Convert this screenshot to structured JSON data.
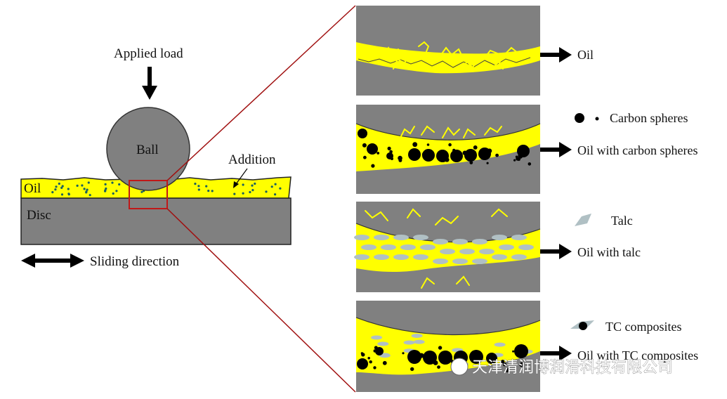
{
  "left_panel": {
    "applied_load": "Applied load",
    "ball": "Ball",
    "oil": "Oil",
    "disc": "Disc",
    "addition": "Addition",
    "sliding_direction": "Sliding direction"
  },
  "panels": [
    {
      "name": "oil-only",
      "label": "Oil"
    },
    {
      "name": "carbon-spheres",
      "label": "Oil with carbon spheres",
      "legend": "Carbon spheres"
    },
    {
      "name": "talc",
      "label": "Oil with talc",
      "legend": "Talc"
    },
    {
      "name": "tc-composites",
      "label": "Oil with TC composites",
      "legend": "TC composites"
    }
  ],
  "watermark": "天津清润博润滑科技有限公司",
  "colors": {
    "gray": "#808080",
    "oil": "#ffff00",
    "outline": "#222222",
    "zoom_line": "#a01010",
    "talc": "#b0c0c4",
    "dots": "#1a6060"
  }
}
